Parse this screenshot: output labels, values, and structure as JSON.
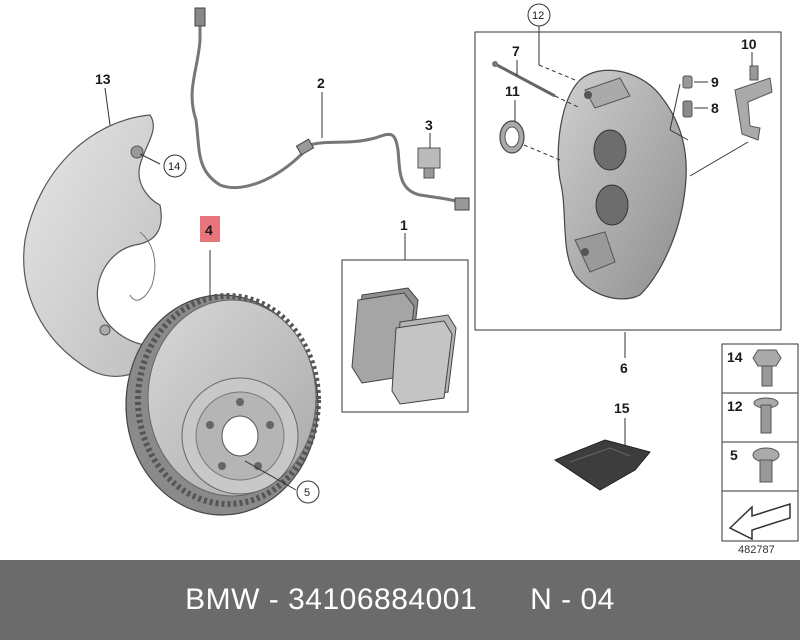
{
  "callouts": {
    "c1": "1",
    "c2": "2",
    "c3": "3",
    "c4": "4",
    "c5": "5",
    "c6": "6",
    "c7": "7",
    "c8": "8",
    "c9": "9",
    "c10": "10",
    "c11": "11",
    "c12": "12",
    "c13": "13",
    "c14": "14",
    "c15": "15"
  },
  "legend": {
    "item14": "14",
    "item12": "12",
    "item5": "5"
  },
  "reference": "482787",
  "footer": {
    "brand": "BMW",
    "sep1": " - ",
    "part_number": "34106884001",
    "gap": "      ",
    "note": "N - 04"
  },
  "colors": {
    "highlight": "#e8747c",
    "footer_bg": "#6b6b6b",
    "part_gray": "#b8b8b8",
    "line": "#333333"
  }
}
